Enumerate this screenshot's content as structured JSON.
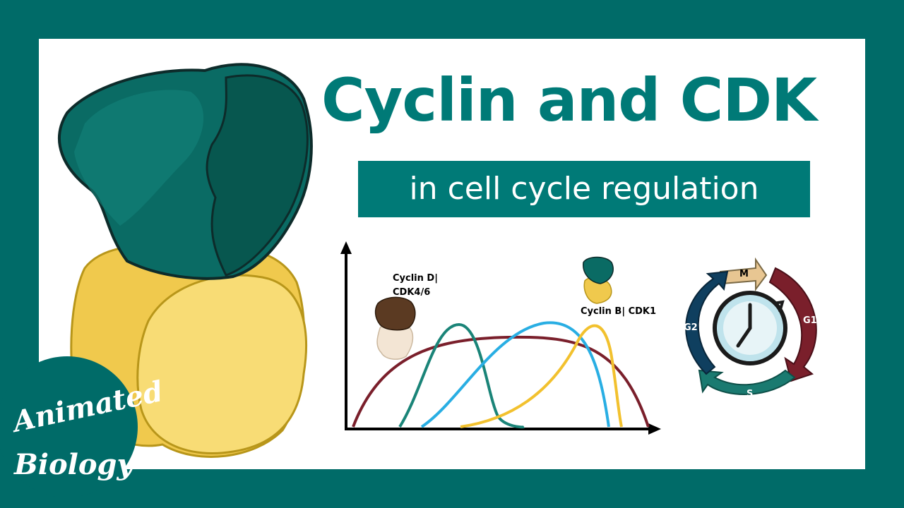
{
  "title": "Cyclin and CDK",
  "subtitle": "in cell cycle regulation",
  "graph": {
    "label_cyclin_d_line1": "Cyclin D|",
    "label_cyclin_d_line2": "CDK4/6",
    "label_cyclin_b": "Cyclin B| CDK1"
  },
  "cycle": {
    "phase_m": "M",
    "phase_g1": "G1",
    "phase_s": "S",
    "phase_g2": "G2"
  },
  "logo": {
    "line1": "Animated",
    "line2": "Biology"
  },
  "colors": {
    "frame": "#006b68",
    "title": "#007a77",
    "cdk": "#0a6b64",
    "cyclin": "#f5d76e",
    "curve_maroon": "#7a1f2b",
    "curve_teal": "#1a8478",
    "curve_blue": "#29aee3",
    "curve_yellow": "#f2c12e"
  }
}
